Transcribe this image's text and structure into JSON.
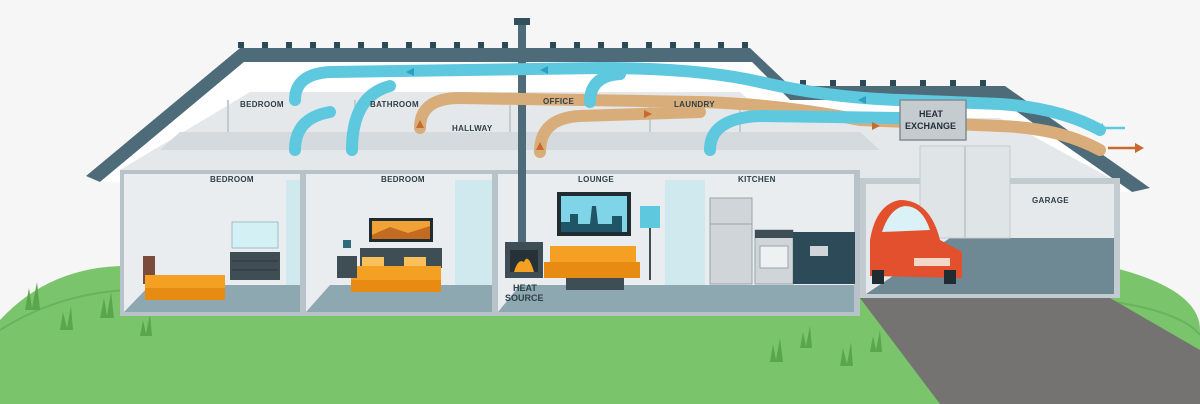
{
  "attic": {
    "bedroom": "BEDROOM",
    "bathroom": "BATHROOM",
    "office": "OFFICE",
    "laundry": "LAUNDRY",
    "hallway": "HALLWAY"
  },
  "rooms": {
    "bedroom_1": "BEDROOM",
    "bedroom_2": "BEDROOM",
    "lounge": "LOUNGE",
    "kitchen": "KITCHEN",
    "garage": "GARAGE"
  },
  "heat_source": {
    "line1": "HEAT",
    "line2": "SOURCE"
  },
  "heat_exchange": {
    "line1": "HEAT",
    "line2": "EXCHANGE"
  },
  "colors": {
    "cool_air_duct": "#5ec8df",
    "warm_air_duct": "#d9ad7a",
    "roof": "#4e6b79",
    "wall": "#b7c3c8",
    "floor": "#8ea8b2",
    "grass": "#7ac56b",
    "furniture_orange": "#f3a023",
    "car": "#e2502e"
  },
  "icons": [
    "fireplace-icon",
    "tv-icon",
    "car-icon",
    "fridge-icon",
    "stove-icon",
    "bed-icon",
    "sofa-icon",
    "lamp-icon",
    "chimney-icon",
    "vent-arrow-icon"
  ]
}
